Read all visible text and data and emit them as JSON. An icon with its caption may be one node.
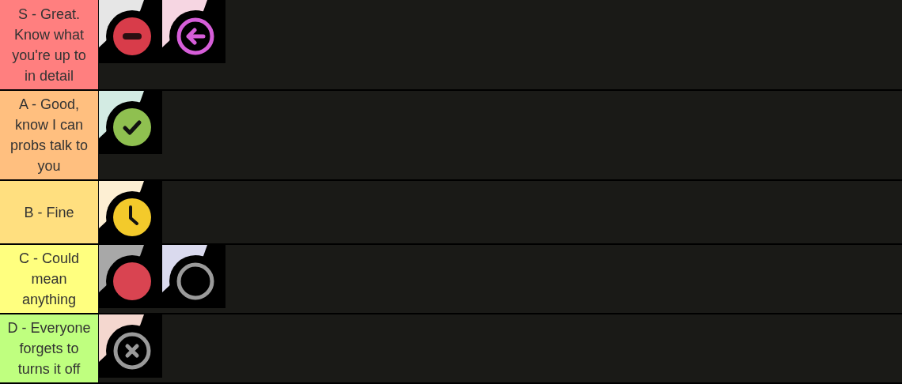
{
  "diagram": {
    "nodes": [
      {
        "text": [
          "S - Great. Know what you're up to in detail"
        ]
      },
      {
        "text": [],
        "shape": "picture",
        "in": 0
      },
      {
        "text": [],
        "shape": "picture",
        "in": 0
      },
      {
        "text": [
          "A - Good, know I can probs talk to you"
        ]
      },
      {
        "text": [],
        "shape": "picture",
        "in": 3
      },
      {
        "text": [
          "B - Fine"
        ]
      },
      {
        "text": [],
        "shape": "picture",
        "in": 5
      },
      {
        "text": [
          "C - Could mean anything"
        ]
      },
      {
        "text": [],
        "shape": "picture",
        "in": 7
      },
      {
        "text": [],
        "shape": "picture",
        "in": 7
      },
      {
        "text": [
          "D - Everyone forgets to turns it off"
        ]
      },
      {
        "text": [],
        "shape": "picture",
        "in": 10
      }
    ]
  }
}
